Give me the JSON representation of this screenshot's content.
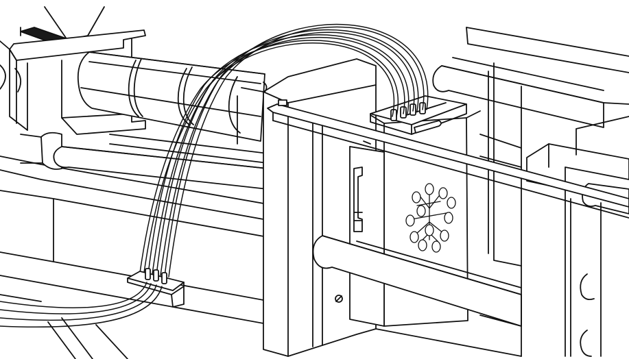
{
  "colors": {
    "background": "#ffffff",
    "line": "#111111",
    "fill": "#ffffff",
    "dark_band": "#1a1a1a"
  },
  "parts": [
    {
      "name": "injection-unit"
    },
    {
      "name": "heater-bands"
    },
    {
      "name": "hot-runner-cables"
    },
    {
      "name": "cable-connector-bracket"
    },
    {
      "name": "tie-bars"
    },
    {
      "name": "fixed-platen"
    },
    {
      "name": "mould-tool"
    },
    {
      "name": "hot-runner-manifold-diagram"
    },
    {
      "name": "safety-guard-frame"
    }
  ]
}
